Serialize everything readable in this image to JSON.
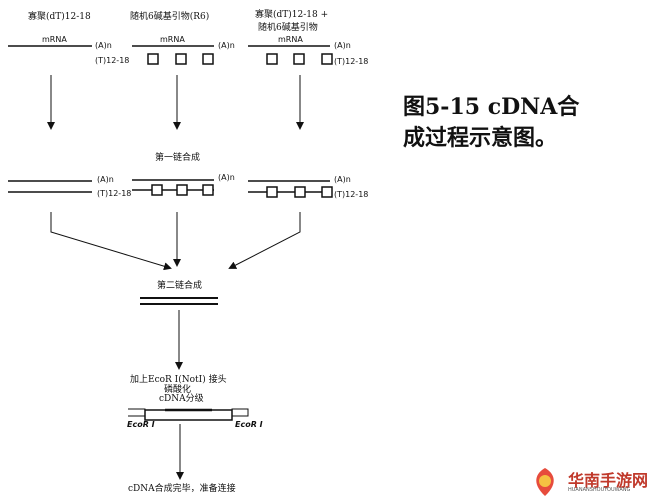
{
  "title": "图5-15 cDNA合成过程示意图。",
  "columns": [
    {
      "primer": "寡聚(dT)12-18",
      "primer_line2": ""
    },
    {
      "primer": "随机6碱基引物(R6)",
      "primer_line2": ""
    },
    {
      "primer": "寡聚(dT)12-18 +",
      "primer_line2": "随机6碱基引物"
    }
  ],
  "labels": {
    "mrna": "mRNA",
    "polya": "(A)n",
    "polyt": "(T)12-18",
    "first_strand": "第一链合成",
    "second_strand": "第二链合成",
    "step3_line1": "加上EcoR I(NotI) 接头",
    "step3_line2": "磷酸化",
    "step3_line3": "cDNA分级",
    "ecori": "EcoR I",
    "final": "cDNA合成完毕，准备连接"
  },
  "watermark": {
    "main": "华南手游网",
    "sub": "HUANANSHOUYOUWANG"
  }
}
